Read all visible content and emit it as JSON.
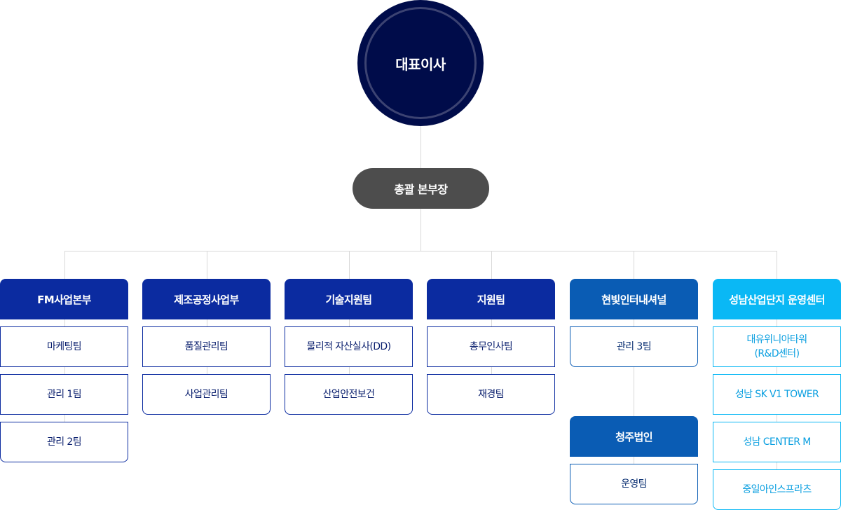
{
  "ceo": "대표이사",
  "general_manager": "총괄 본부장",
  "divisions": [
    {
      "name": "FM사업본부",
      "teams": [
        "마케팅팀",
        "관리 1팀",
        "관리 2팀"
      ]
    },
    {
      "name": "제조공정사업부",
      "teams": [
        "품질관리팀",
        "사업관리팀"
      ]
    },
    {
      "name": "기술지원팀",
      "teams": [
        "물리적 자산실사(DD)",
        "산업안전보건"
      ]
    },
    {
      "name": "지원팀",
      "teams": [
        "총무인사팀",
        "재경팀"
      ]
    },
    {
      "name": "현빛인터내셔널",
      "teams": [
        "관리 3팀"
      ],
      "sub": {
        "name": "청주법인",
        "teams": [
          "운영팀"
        ]
      }
    },
    {
      "name": "성남산업단지 운영센터",
      "teams": [
        "대유위니아타워\n(R&D센터)",
        "성남 SK V1 TOWER",
        "성남 CENTER M",
        "중일아인스프라츠"
      ]
    }
  ],
  "colors": {
    "ceo": "#000c4a",
    "general_manager": "#4d4d4d",
    "navy": "#0b2ba0",
    "blue": "#0a5cb4",
    "sky": "#0ab8f5",
    "connector": "#d9d9d9"
  }
}
